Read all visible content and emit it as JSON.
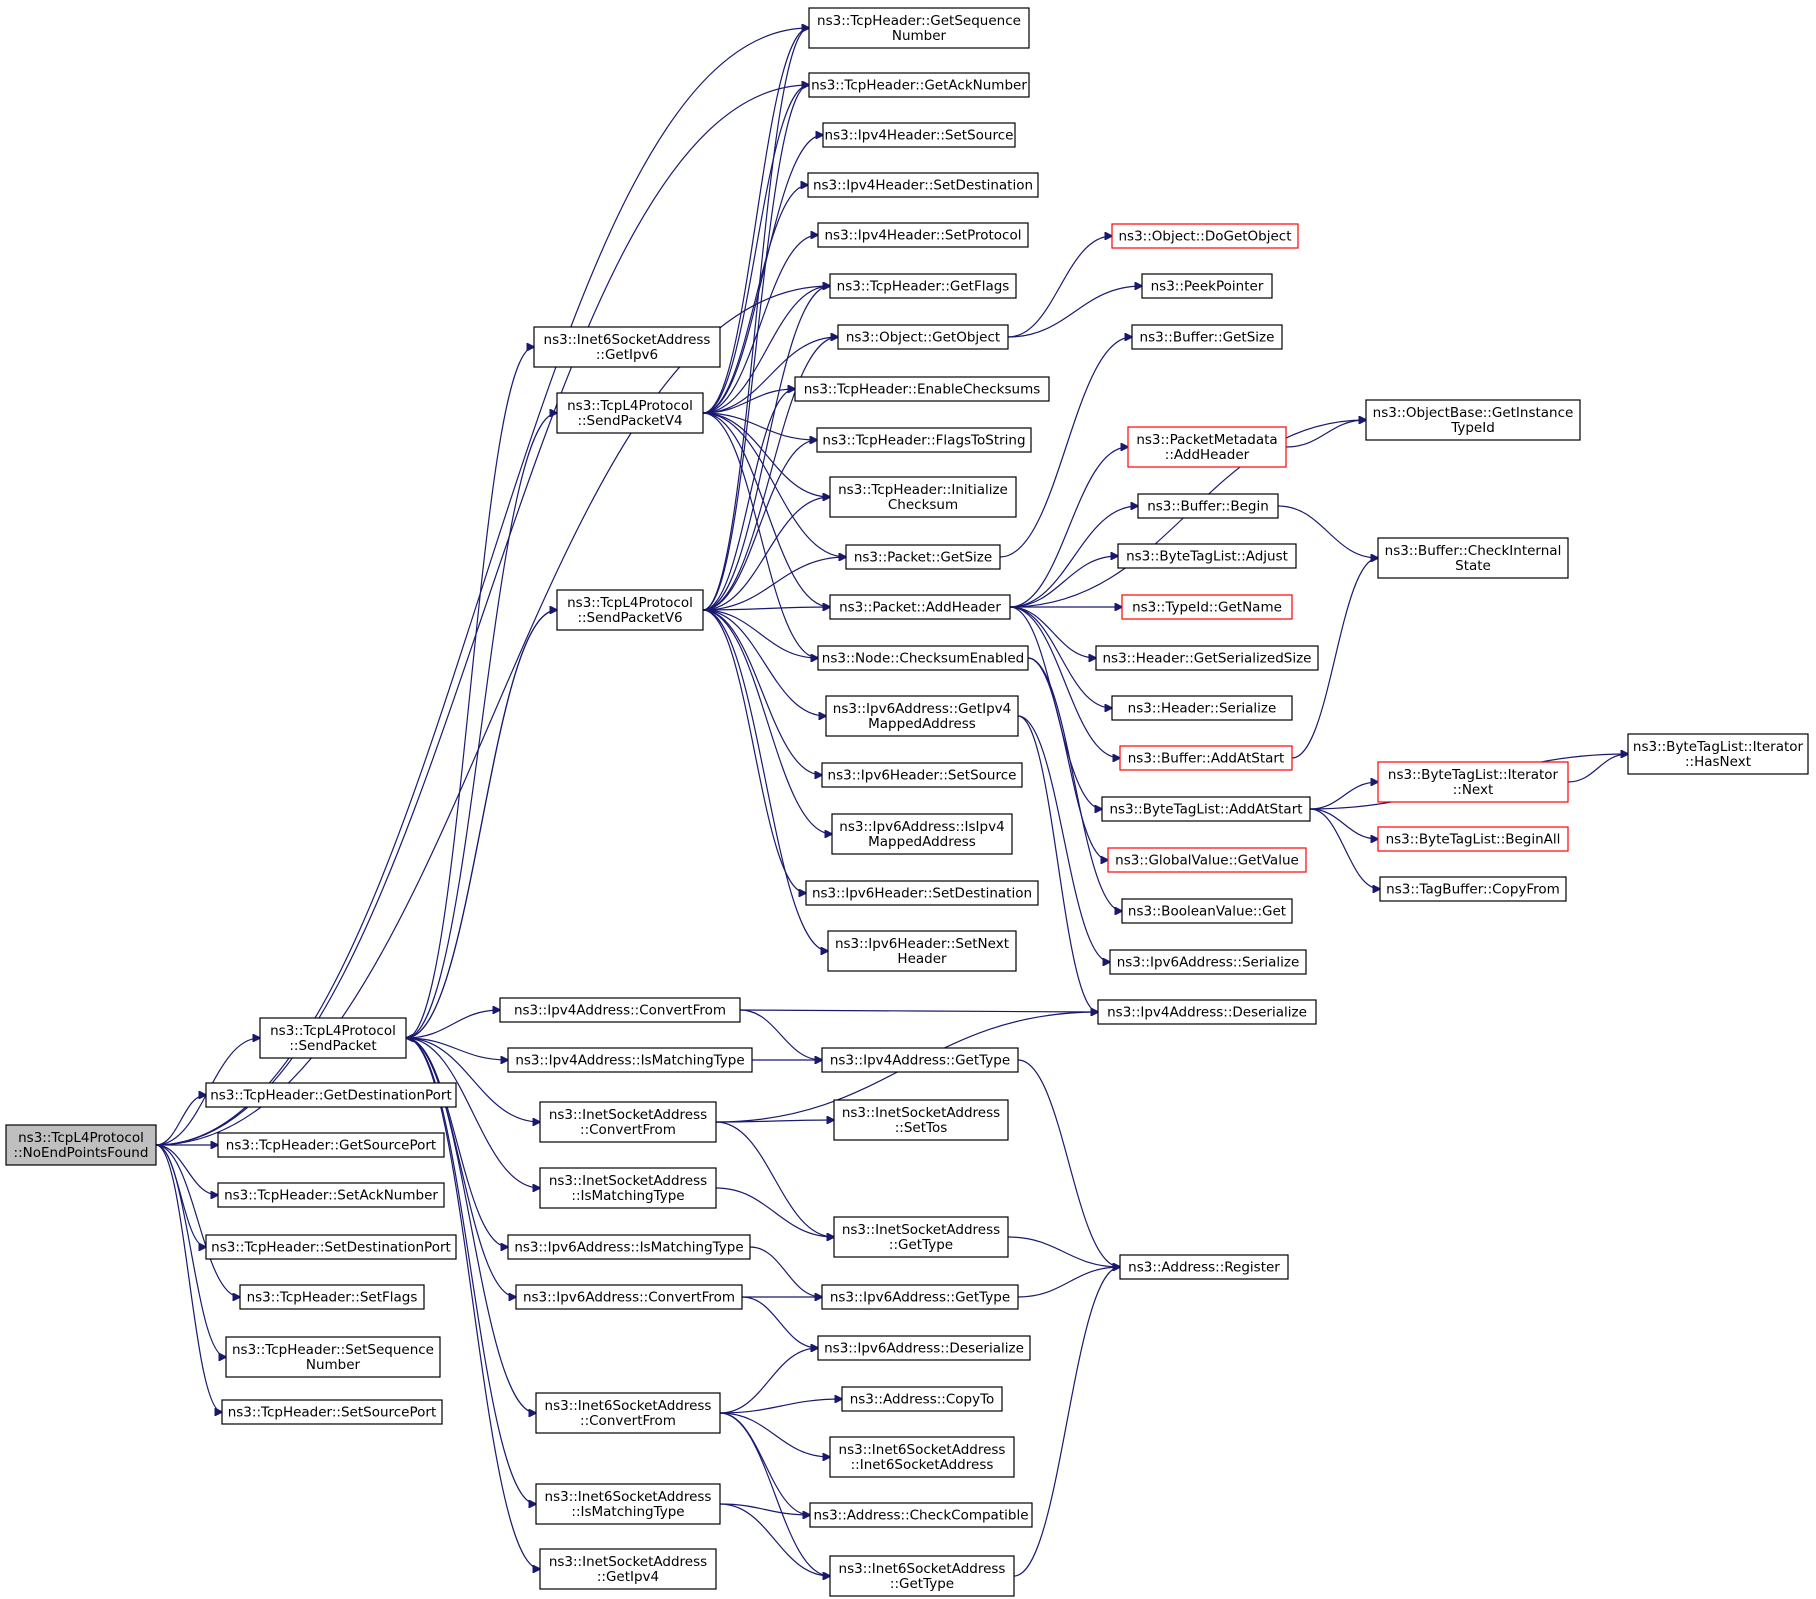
{
  "colors": {
    "edge": "#191970",
    "root_fill": "#bfbfbf",
    "truncated_border": "#ff0000",
    "border": "#000000"
  },
  "nodes": [
    {
      "id": "root",
      "lines": [
        "ns3::TcpL4Protocol",
        "::NoEndPointsFound"
      ]
    },
    {
      "id": "sendpacket",
      "lines": [
        "ns3::TcpL4Protocol",
        "::SendPacket"
      ]
    },
    {
      "id": "getdestport",
      "lines": [
        "ns3::TcpHeader::GetDestinationPort"
      ]
    },
    {
      "id": "getsrcport",
      "lines": [
        "ns3::TcpHeader::GetSourcePort"
      ]
    },
    {
      "id": "setack",
      "lines": [
        "ns3::TcpHeader::SetAckNumber"
      ]
    },
    {
      "id": "setdestport",
      "lines": [
        "ns3::TcpHeader::SetDestinationPort"
      ]
    },
    {
      "id": "setflags",
      "lines": [
        "ns3::TcpHeader::SetFlags"
      ]
    },
    {
      "id": "setseq",
      "lines": [
        "ns3::TcpHeader::SetSequence",
        "Number"
      ]
    },
    {
      "id": "setsrcport",
      "lines": [
        "ns3::TcpHeader::SetSourcePort"
      ]
    },
    {
      "id": "i6getipv6",
      "lines": [
        "ns3::Inet6SocketAddress",
        "::GetIpv6"
      ]
    },
    {
      "id": "sendv4",
      "lines": [
        "ns3::TcpL4Protocol",
        "::SendPacketV4"
      ]
    },
    {
      "id": "sendv6",
      "lines": [
        "ns3::TcpL4Protocol",
        "::SendPacketV6"
      ]
    },
    {
      "id": "getseq",
      "lines": [
        "ns3::TcpHeader::GetSequence",
        "Number"
      ]
    },
    {
      "id": "getack",
      "lines": [
        "ns3::TcpHeader::GetAckNumber"
      ]
    },
    {
      "id": "ip4setsrc",
      "lines": [
        "ns3::Ipv4Header::SetSource"
      ]
    },
    {
      "id": "ip4setdst",
      "lines": [
        "ns3::Ipv4Header::SetDestination"
      ]
    },
    {
      "id": "ip4setproto",
      "lines": [
        "ns3::Ipv4Header::SetProtocol"
      ]
    },
    {
      "id": "getflags",
      "lines": [
        "ns3::TcpHeader::GetFlags"
      ]
    },
    {
      "id": "getobject",
      "lines": [
        "ns3::Object::GetObject"
      ]
    },
    {
      "id": "enablecs",
      "lines": [
        "ns3::TcpHeader::EnableChecksums"
      ]
    },
    {
      "id": "flagstostr",
      "lines": [
        "ns3::TcpHeader::FlagsToString"
      ]
    },
    {
      "id": "initcs",
      "lines": [
        "ns3::TcpHeader::Initialize",
        "Checksum"
      ]
    },
    {
      "id": "pktgetsize",
      "lines": [
        "ns3::Packet::GetSize"
      ]
    },
    {
      "id": "addheader",
      "lines": [
        "ns3::Packet::AddHeader"
      ]
    },
    {
      "id": "csenabled",
      "lines": [
        "ns3::Node::ChecksumEnabled"
      ]
    },
    {
      "id": "ip6getipv4mapped",
      "lines": [
        "ns3::Ipv6Address::GetIpv4",
        "MappedAddress"
      ]
    },
    {
      "id": "ip6setsrc",
      "lines": [
        "ns3::Ipv6Header::SetSource"
      ]
    },
    {
      "id": "ip6isipv4mapped",
      "lines": [
        "ns3::Ipv6Address::IsIpv4",
        "MappedAddress"
      ]
    },
    {
      "id": "ip6setdst",
      "lines": [
        "ns3::Ipv6Header::SetDestination"
      ]
    },
    {
      "id": "ip6setnext",
      "lines": [
        "ns3::Ipv6Header::SetNext",
        "Header"
      ]
    },
    {
      "id": "dogetobject",
      "lines": [
        "ns3::Object::DoGetObject"
      ]
    },
    {
      "id": "peekpointer",
      "lines": [
        "ns3::PeekPointer"
      ]
    },
    {
      "id": "bufgetsize",
      "lines": [
        "ns3::Buffer::GetSize"
      ]
    },
    {
      "id": "pmaddheader",
      "lines": [
        "ns3::PacketMetadata",
        "::AddHeader"
      ]
    },
    {
      "id": "bufbegin",
      "lines": [
        "ns3::Buffer::Begin"
      ]
    },
    {
      "id": "btladjust",
      "lines": [
        "ns3::ByteTagList::Adjust"
      ]
    },
    {
      "id": "typeidgetname",
      "lines": [
        "ns3::TypeId::GetName"
      ]
    },
    {
      "id": "hdrserialsize",
      "lines": [
        "ns3::Header::GetSerializedSize"
      ]
    },
    {
      "id": "hdrserialize",
      "lines": [
        "ns3::Header::Serialize"
      ]
    },
    {
      "id": "bufaddatstart",
      "lines": [
        "ns3::Buffer::AddAtStart"
      ]
    },
    {
      "id": "btladdatstart",
      "lines": [
        "ns3::ByteTagList::AddAtStart"
      ]
    },
    {
      "id": "gvgetvalue",
      "lines": [
        "ns3::GlobalValue::GetValue"
      ]
    },
    {
      "id": "boolget",
      "lines": [
        "ns3::BooleanValue::Get"
      ]
    },
    {
      "id": "ip6serialize",
      "lines": [
        "ns3::Ipv6Address::Serialize"
      ]
    },
    {
      "id": "ip4deserialize",
      "lines": [
        "ns3::Ipv4Address::Deserialize"
      ]
    },
    {
      "id": "obgetinstance",
      "lines": [
        "ns3::ObjectBase::GetInstance",
        "TypeId"
      ]
    },
    {
      "id": "bufcheckinternal",
      "lines": [
        "ns3::Buffer::CheckInternal",
        "State"
      ]
    },
    {
      "id": "btlithasnext",
      "lines": [
        "ns3::ByteTagList::Iterator",
        "::HasNext"
      ]
    },
    {
      "id": "btlitnext",
      "lines": [
        "ns3::ByteTagList::Iterator",
        "::Next"
      ]
    },
    {
      "id": "btlbeginall",
      "lines": [
        "ns3::ByteTagList::BeginAll"
      ]
    },
    {
      "id": "tagbufcopy",
      "lines": [
        "ns3::TagBuffer::CopyFrom"
      ]
    },
    {
      "id": "ip4convert",
      "lines": [
        "ns3::Ipv4Address::ConvertFrom"
      ]
    },
    {
      "id": "ip4ismatch",
      "lines": [
        "ns3::Ipv4Address::IsMatchingType"
      ]
    },
    {
      "id": "inetconvert",
      "lines": [
        "ns3::InetSocketAddress",
        "::ConvertFrom"
      ]
    },
    {
      "id": "inetismatch",
      "lines": [
        "ns3::InetSocketAddress",
        "::IsMatchingType"
      ]
    },
    {
      "id": "ip6ismatch",
      "lines": [
        "ns3::Ipv6Address::IsMatchingType"
      ]
    },
    {
      "id": "ip6convert",
      "lines": [
        "ns3::Ipv6Address::ConvertFrom"
      ]
    },
    {
      "id": "inet6convert",
      "lines": [
        "ns3::Inet6SocketAddress",
        "::ConvertFrom"
      ]
    },
    {
      "id": "inet6ismatch",
      "lines": [
        "ns3::Inet6SocketAddress",
        "::IsMatchingType"
      ]
    },
    {
      "id": "inetgetipv4",
      "lines": [
        "ns3::InetSocketAddress",
        "::GetIpv4"
      ]
    },
    {
      "id": "ip4gettype",
      "lines": [
        "ns3::Ipv4Address::GetType"
      ]
    },
    {
      "id": "inetsettos",
      "lines": [
        "ns3::InetSocketAddress",
        "::SetTos"
      ]
    },
    {
      "id": "inetgettype",
      "lines": [
        "ns3::InetSocketAddress",
        "::GetType"
      ]
    },
    {
      "id": "ip6gettype",
      "lines": [
        "ns3::Ipv6Address::GetType"
      ]
    },
    {
      "id": "ip6deserialize",
      "lines": [
        "ns3::Ipv6Address::Deserialize"
      ]
    },
    {
      "id": "addrcopyto",
      "lines": [
        "ns3::Address::CopyTo"
      ]
    },
    {
      "id": "inet6ctor",
      "lines": [
        "ns3::Inet6SocketAddress",
        "::Inet6SocketAddress"
      ]
    },
    {
      "id": "addrcheckcompat",
      "lines": [
        "ns3::Address::CheckCompatible"
      ]
    },
    {
      "id": "inet6gettype",
      "lines": [
        "ns3::Inet6SocketAddress",
        "::GetType"
      ]
    },
    {
      "id": "addrregister",
      "lines": [
        "ns3::Address::Register"
      ]
    }
  ],
  "edges": [
    [
      "root",
      "sendpacket"
    ],
    [
      "root",
      "getdestport"
    ],
    [
      "root",
      "getsrcport"
    ],
    [
      "root",
      "setack"
    ],
    [
      "root",
      "setdestport"
    ],
    [
      "root",
      "setflags"
    ],
    [
      "root",
      "setseq"
    ],
    [
      "root",
      "setsrcport"
    ],
    [
      "root",
      "getseq"
    ],
    [
      "root",
      "getack"
    ],
    [
      "root",
      "getflags"
    ],
    [
      "sendpacket",
      "i6getipv6"
    ],
    [
      "sendpacket",
      "sendv4"
    ],
    [
      "sendpacket",
      "sendv6"
    ],
    [
      "sendpacket",
      "ip4convert"
    ],
    [
      "sendpacket",
      "ip4ismatch"
    ],
    [
      "sendpacket",
      "inetconvert"
    ],
    [
      "sendpacket",
      "inetismatch"
    ],
    [
      "sendpacket",
      "ip6ismatch"
    ],
    [
      "sendpacket",
      "ip6convert"
    ],
    [
      "sendpacket",
      "inet6convert"
    ],
    [
      "sendpacket",
      "inet6ismatch"
    ],
    [
      "sendpacket",
      "inetgetipv4"
    ],
    [
      "sendv6",
      "sendpacket"
    ],
    [
      "sendv4",
      "getseq"
    ],
    [
      "sendv4",
      "getack"
    ],
    [
      "sendv4",
      "ip4setsrc"
    ],
    [
      "sendv4",
      "ip4setdst"
    ],
    [
      "sendv4",
      "ip4setproto"
    ],
    [
      "sendv4",
      "getflags"
    ],
    [
      "sendv4",
      "getobject"
    ],
    [
      "sendv4",
      "enablecs"
    ],
    [
      "sendv4",
      "flagstostr"
    ],
    [
      "sendv4",
      "initcs"
    ],
    [
      "sendv4",
      "pktgetsize"
    ],
    [
      "sendv4",
      "addheader"
    ],
    [
      "sendv4",
      "csenabled"
    ],
    [
      "sendv6",
      "getseq"
    ],
    [
      "sendv6",
      "getack"
    ],
    [
      "sendv6",
      "getflags"
    ],
    [
      "sendv6",
      "getobject"
    ],
    [
      "sendv6",
      "enablecs"
    ],
    [
      "sendv6",
      "flagstostr"
    ],
    [
      "sendv6",
      "initcs"
    ],
    [
      "sendv6",
      "pktgetsize"
    ],
    [
      "sendv6",
      "addheader"
    ],
    [
      "sendv6",
      "csenabled"
    ],
    [
      "sendv6",
      "ip6getipv4mapped"
    ],
    [
      "sendv6",
      "ip6setsrc"
    ],
    [
      "sendv6",
      "ip6isipv4mapped"
    ],
    [
      "sendv6",
      "ip6setdst"
    ],
    [
      "sendv6",
      "ip6setnext"
    ],
    [
      "getobject",
      "dogetobject"
    ],
    [
      "getobject",
      "peekpointer"
    ],
    [
      "pktgetsize",
      "bufgetsize"
    ],
    [
      "addheader",
      "obgetinstance"
    ],
    [
      "addheader",
      "pmaddheader"
    ],
    [
      "addheader",
      "bufbegin"
    ],
    [
      "addheader",
      "btladjust"
    ],
    [
      "addheader",
      "typeidgetname"
    ],
    [
      "addheader",
      "hdrserialsize"
    ],
    [
      "addheader",
      "hdrserialize"
    ],
    [
      "addheader",
      "bufaddatstart"
    ],
    [
      "addheader",
      "btladdatstart"
    ],
    [
      "pmaddheader",
      "obgetinstance"
    ],
    [
      "bufbegin",
      "bufcheckinternal"
    ],
    [
      "bufaddatstart",
      "bufcheckinternal"
    ],
    [
      "btladdatstart",
      "btlithasnext"
    ],
    [
      "btladdatstart",
      "btlitnext"
    ],
    [
      "btladdatstart",
      "btlbeginall"
    ],
    [
      "btladdatstart",
      "tagbufcopy"
    ],
    [
      "btlitnext",
      "btlithasnext"
    ],
    [
      "csenabled",
      "gvgetvalue"
    ],
    [
      "csenabled",
      "boolget"
    ],
    [
      "ip6getipv4mapped",
      "ip6serialize"
    ],
    [
      "ip6getipv4mapped",
      "ip4deserialize"
    ],
    [
      "ip4convert",
      "ip4deserialize"
    ],
    [
      "ip4convert",
      "ip4gettype"
    ],
    [
      "ip4ismatch",
      "ip4gettype"
    ],
    [
      "ip4gettype",
      "addrregister"
    ],
    [
      "inetconvert",
      "inetsettos"
    ],
    [
      "inetconvert",
      "inetgettype"
    ],
    [
      "inetconvert",
      "ip4deserialize"
    ],
    [
      "inetismatch",
      "inetgettype"
    ],
    [
      "inetgettype",
      "addrregister"
    ],
    [
      "ip6ismatch",
      "ip6gettype"
    ],
    [
      "ip6convert",
      "ip6gettype"
    ],
    [
      "ip6convert",
      "ip6deserialize"
    ],
    [
      "ip6gettype",
      "addrregister"
    ],
    [
      "inet6convert",
      "ip6deserialize"
    ],
    [
      "inet6convert",
      "addrcopyto"
    ],
    [
      "inet6convert",
      "inet6ctor"
    ],
    [
      "inet6convert",
      "addrcheckcompat"
    ],
    [
      "inet6convert",
      "inet6gettype"
    ],
    [
      "inet6ismatch",
      "addrcheckcompat"
    ],
    [
      "inet6ismatch",
      "inet6gettype"
    ],
    [
      "inet6gettype",
      "addrregister"
    ]
  ]
}
